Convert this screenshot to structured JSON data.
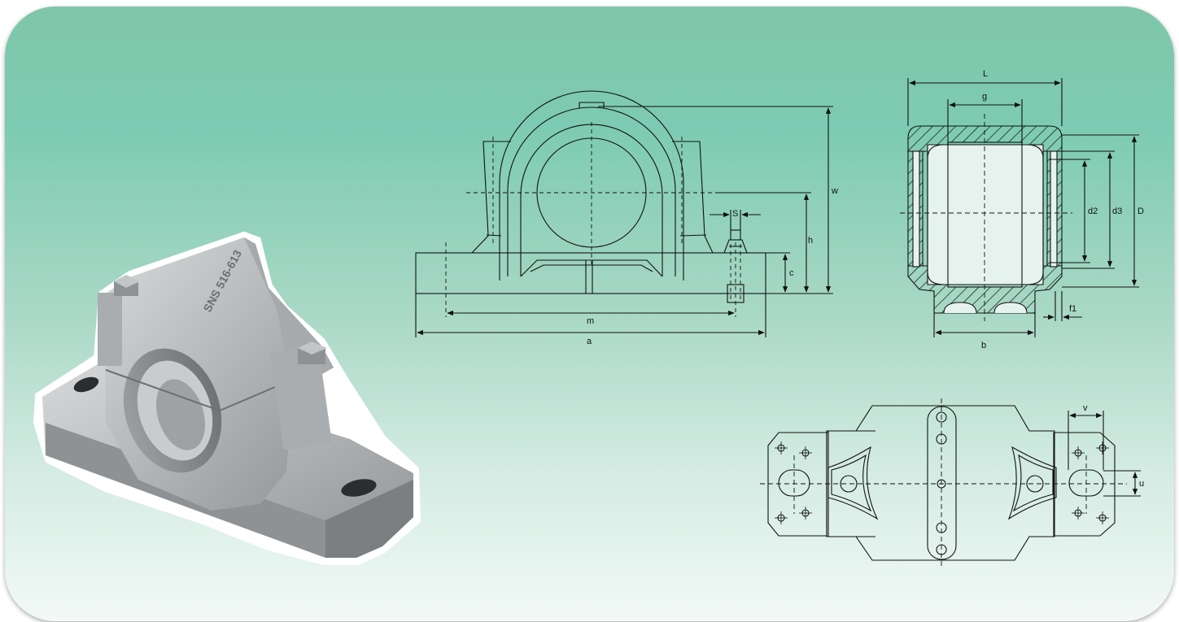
{
  "colors": {
    "background_top": "#7fc6aa",
    "background_bottom": "#f2f9f6",
    "line": "#111111",
    "housing_metal": "#b9bcbe"
  },
  "photo": {
    "embossed_text": "SNS 516-613"
  },
  "front_view": {
    "labels": {
      "s": "S",
      "h": "h",
      "c": "c",
      "w": "w",
      "m": "m",
      "a": "a"
    }
  },
  "side_view": {
    "labels": {
      "L": "L",
      "g": "g",
      "d2": "d2",
      "d3": "d3",
      "D": "D",
      "f1": "f1",
      "b": "b"
    }
  },
  "top_view": {
    "labels": {
      "v": "v",
      "u": "u"
    }
  }
}
